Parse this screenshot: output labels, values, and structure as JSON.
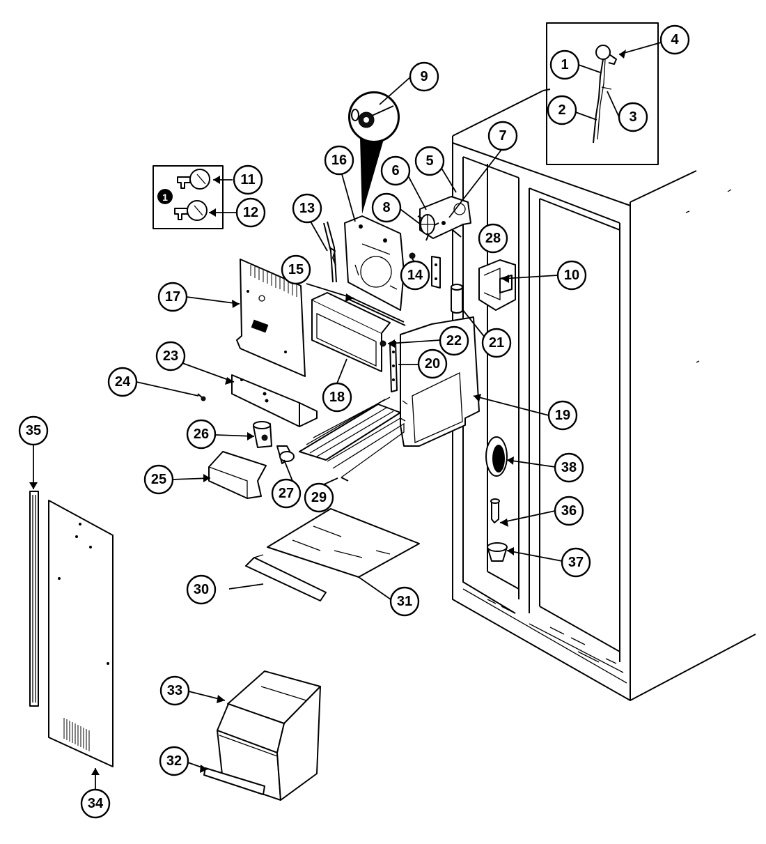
{
  "diagram": {
    "callouts": [
      {
        "id": "c1",
        "label": "1"
      },
      {
        "id": "c2",
        "label": "2"
      },
      {
        "id": "c3",
        "label": "3"
      },
      {
        "id": "c4",
        "label": "4"
      },
      {
        "id": "c5",
        "label": "5"
      },
      {
        "id": "c6",
        "label": "6"
      },
      {
        "id": "c7",
        "label": "7"
      },
      {
        "id": "c8",
        "label": "8"
      },
      {
        "id": "c9",
        "label": "9"
      },
      {
        "id": "c10",
        "label": "10"
      },
      {
        "id": "c11",
        "label": "11"
      },
      {
        "id": "c12",
        "label": "12"
      },
      {
        "id": "c13",
        "label": "13"
      },
      {
        "id": "c14",
        "label": "14"
      },
      {
        "id": "c15",
        "label": "15"
      },
      {
        "id": "c16",
        "label": "16"
      },
      {
        "id": "c17",
        "label": "17"
      },
      {
        "id": "c18",
        "label": "18"
      },
      {
        "id": "c19",
        "label": "19"
      },
      {
        "id": "c20",
        "label": "20"
      },
      {
        "id": "c21",
        "label": "21"
      },
      {
        "id": "c22",
        "label": "22"
      },
      {
        "id": "c23",
        "label": "23"
      },
      {
        "id": "c24",
        "label": "24"
      },
      {
        "id": "c25",
        "label": "25"
      },
      {
        "id": "c26",
        "label": "26"
      },
      {
        "id": "c27",
        "label": "27"
      },
      {
        "id": "c28",
        "label": "28"
      },
      {
        "id": "c29",
        "label": "29"
      },
      {
        "id": "c30",
        "label": "30"
      },
      {
        "id": "c31",
        "label": "31"
      },
      {
        "id": "c32",
        "label": "32"
      },
      {
        "id": "c33",
        "label": "33"
      },
      {
        "id": "c34",
        "label": "34"
      },
      {
        "id": "c35",
        "label": "35"
      },
      {
        "id": "c36",
        "label": "36"
      },
      {
        "id": "c37",
        "label": "37"
      },
      {
        "id": "c38",
        "label": "38"
      }
    ],
    "key_legend_badge": "1"
  }
}
